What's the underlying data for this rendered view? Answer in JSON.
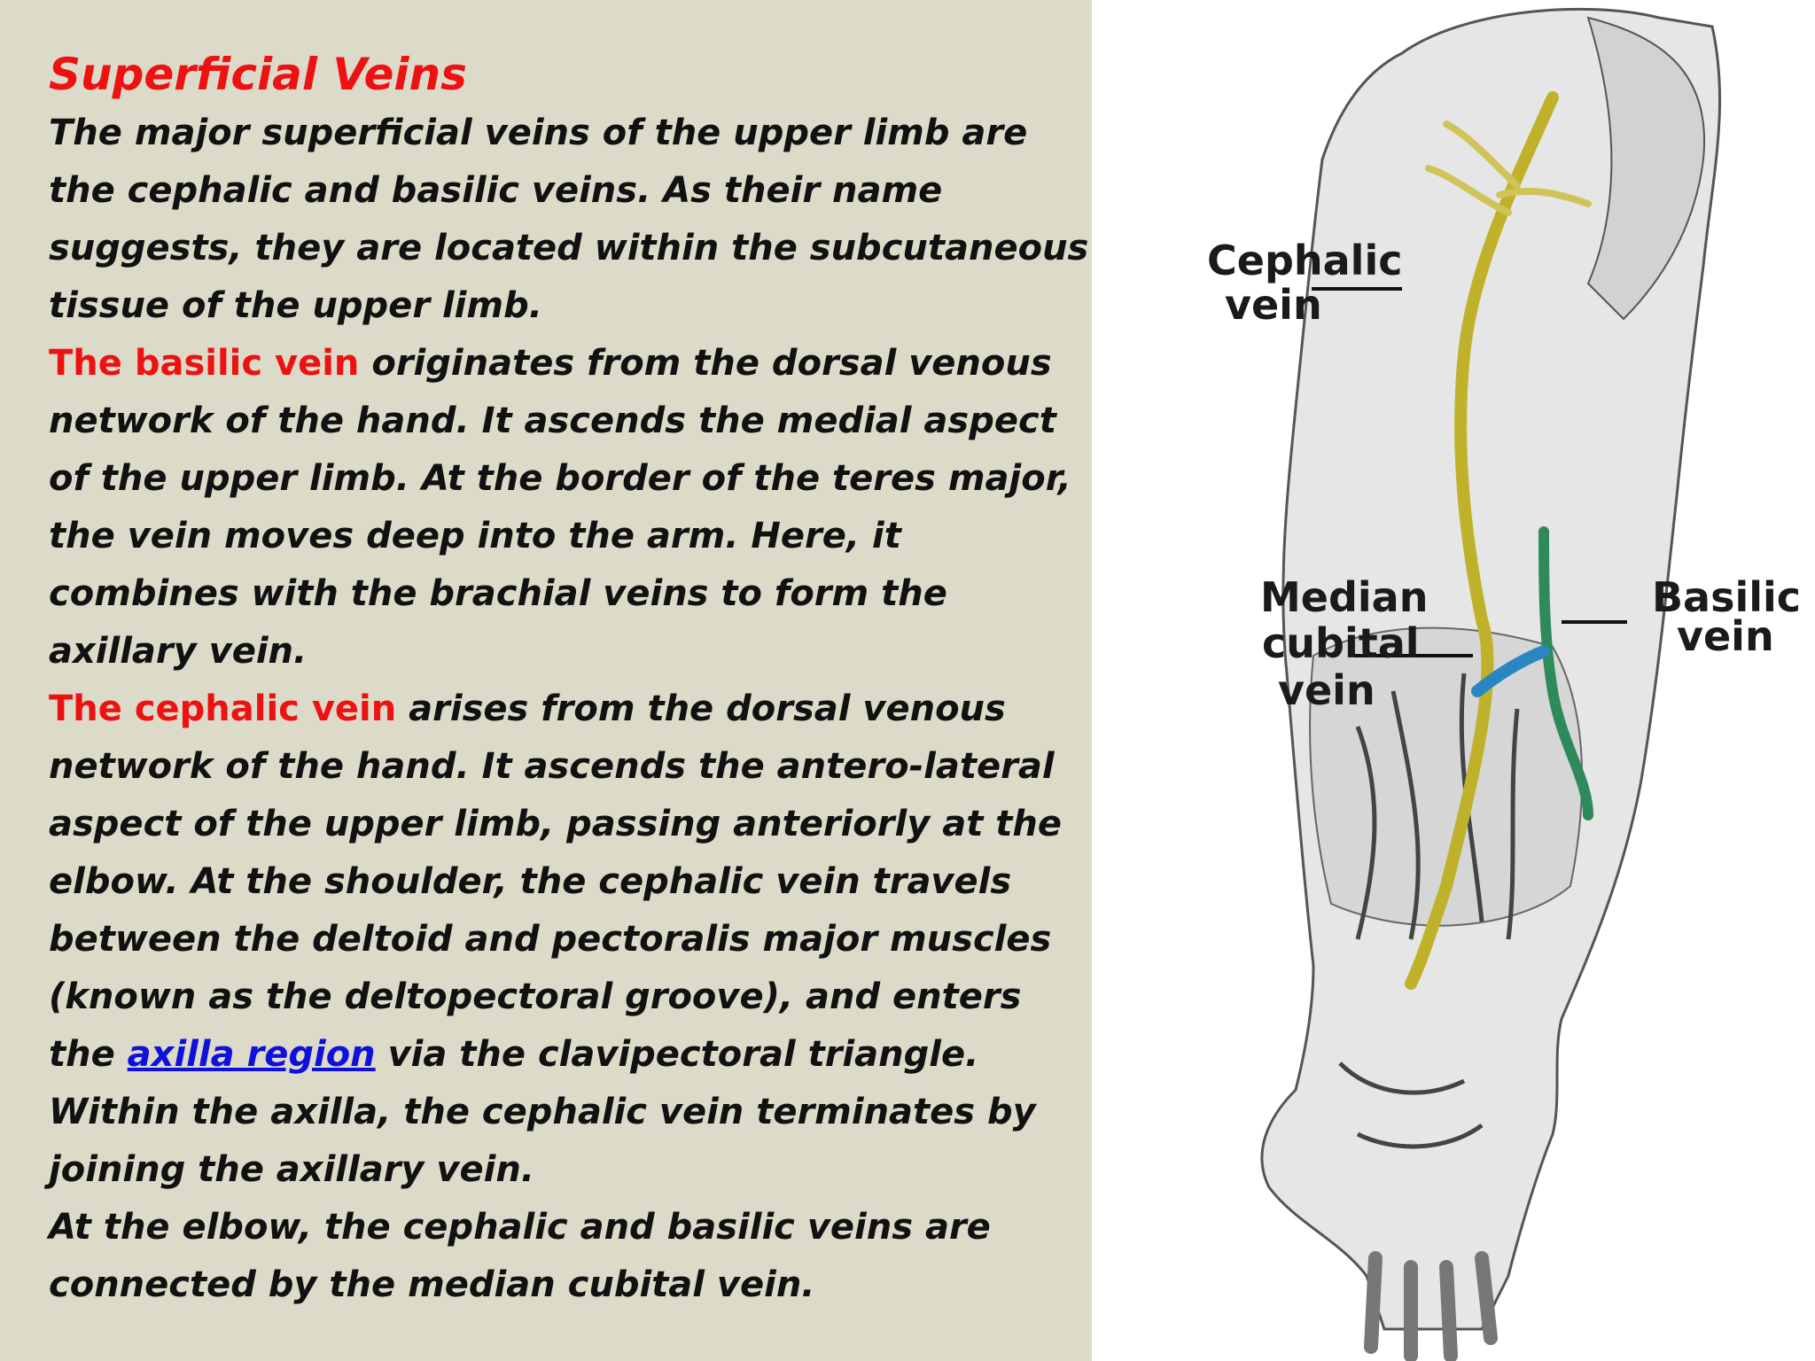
{
  "heading": "Superficial Veins",
  "lines": {
    "l1": "The major superficial veins of the upper limb are",
    "l2": "the cephalic and basilic veins. As their name",
    "l3": "suggests, they are located within the subcutaneous",
    "l4": "tissue of the upper limb.",
    "l5_red": "The basilic vein",
    "l5_rest": " originates from the dorsal venous",
    "l6": "network of the hand. It ascends the medial aspect",
    "l7": "of the upper limb. At the border of the teres major,",
    "l8": "the vein moves deep into the arm. Here, it",
    "l9": "combines with the brachial veins to form the",
    "l10": "axillary vein.",
    "l11_red": "The cephalic vein",
    "l11_rest": " arises from the dorsal venous",
    "l12": "network of the hand. It ascends the antero-lateral",
    "l13": "aspect of the upper limb, passing anteriorly at the",
    "l14": "elbow. At the shoulder, the cephalic vein travels",
    "l15": "between the deltoid and pectoralis major muscles",
    "l16": "(known as the deltopectoral groove), and enters",
    "l17_pre": "the ",
    "l17_link": "axilla region",
    "l17_post": " via the clavipectoral triangle.",
    "l18": "Within the axilla, the cephalic vein terminates by",
    "l19": "joining the axillary vein.",
    "l20": "At the elbow, the cephalic and basilic veins are",
    "l21": "connected by the median cubital vein."
  },
  "figure": {
    "labels": {
      "cephalic_1": "Cephalic",
      "cephalic_2": "vein",
      "median_1": "Median",
      "median_2": "cubital",
      "median_3": "vein",
      "basilic_1": "Basilic",
      "basilic_2": "vein"
    },
    "colors": {
      "cephalic": "#bfb22a",
      "basilic": "#2f8a5a",
      "median_cubital": "#2a86c0"
    }
  }
}
